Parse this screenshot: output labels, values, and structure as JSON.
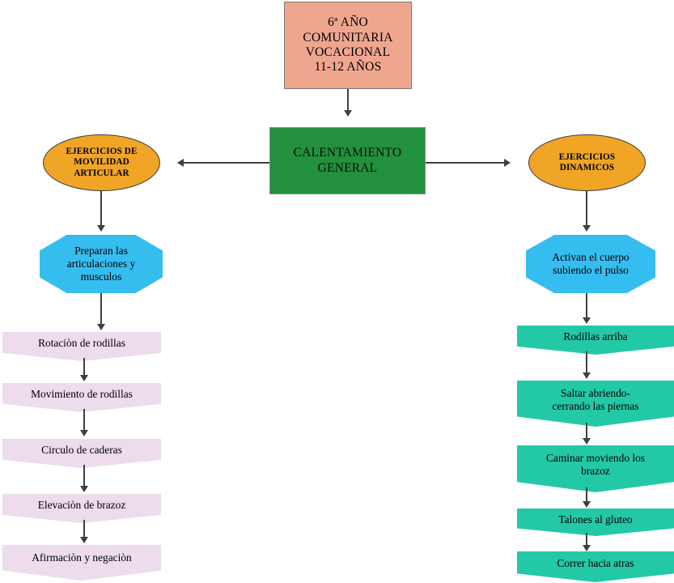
{
  "diagram": {
    "title_box": {
      "text": "6ª AÑO\nCOMUNITARIA\nVOCACIONAL\n11-12 AÑOS",
      "color": "#efa68f"
    },
    "main_box": {
      "text": "CALENTAMIENTO\nGENERAL",
      "color": "#22903c"
    },
    "branches": [
      {
        "id": "left",
        "oval": {
          "text": "EJERCICIOS DE\nMOVILIDAD\nARTICULAR",
          "color": "#f0a527"
        },
        "octagon": {
          "text": "Preparan las\narticulaciones y\nmusculos",
          "color": "#36bdf0"
        },
        "steps_color": "#ecdcec",
        "steps": [
          "Rotaciòn de rodillas",
          "Movimiento de rodillas",
          "Circulo de caderas",
          "Elevaciòn de brazoz",
          "Afirmaciòn y negaciòn"
        ]
      },
      {
        "id": "right",
        "oval": {
          "text": "EJERCICIOS\nDINAMICOS",
          "color": "#f0a527"
        },
        "octagon": {
          "text": "Activan el cuerpo\nsubiendo el pulso",
          "color": "#36bdf0"
        },
        "steps_color": "#23c9a7",
        "steps": [
          "Rodillas arriba",
          "Saltar abriendo-\ncerrando las piernas",
          "Caminar moviendo los\nbrazoz",
          "Talones al gluteo",
          "Correr hacia atras"
        ]
      }
    ],
    "connector_color": "#3f3f3f"
  }
}
